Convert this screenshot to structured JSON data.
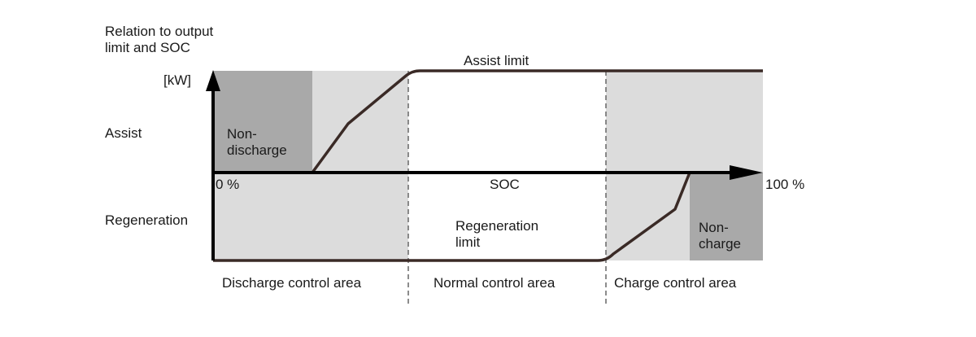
{
  "title": "Relation to output\nlimit and SOC",
  "unit": "[kW]",
  "y_labels": {
    "assist": "Assist",
    "regeneration": "Regeneration"
  },
  "x_labels": {
    "zero": "0 %",
    "axis": "SOC",
    "full": "100 %"
  },
  "limits": {
    "assist": "Assist limit",
    "regeneration": "Regeneration\nlimit"
  },
  "zones": {
    "non_discharge": "Non-\ndischarge",
    "non_charge": "Non-\ncharge"
  },
  "areas": {
    "discharge": "Discharge control area",
    "normal": "Normal control area",
    "charge": "Charge control area"
  },
  "colors": {
    "light_zone": "#dcdcdc",
    "dark_zone": "#a9a9a9",
    "line": "#3a2a26",
    "axis": "#000000",
    "divider": "#666666"
  }
}
